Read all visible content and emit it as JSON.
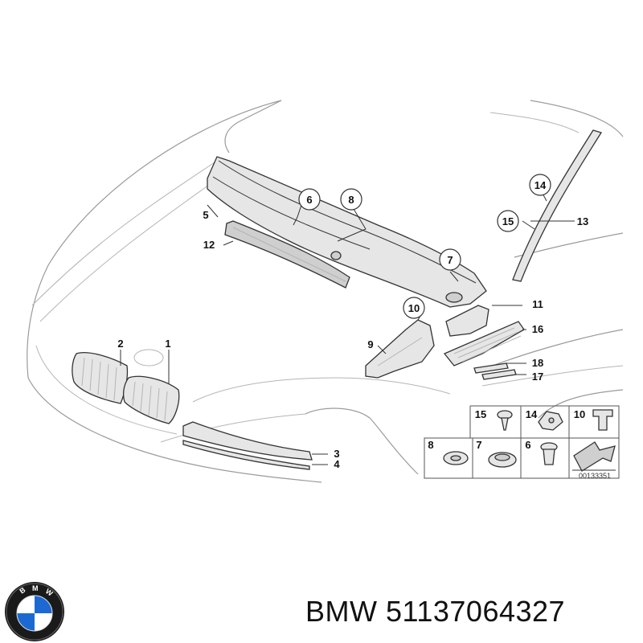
{
  "callouts": {
    "c1": "1",
    "c2": "2",
    "c3": "3",
    "c4": "4",
    "c5": "5",
    "c6": "6",
    "c7": "7",
    "c8": "8",
    "c9": "9",
    "c10": "10",
    "c11": "11",
    "c12": "12",
    "c13": "13",
    "c14": "14",
    "c15": "15",
    "c16": "16",
    "c17": "17",
    "c18": "18"
  },
  "legend": {
    "l15": "15",
    "l14": "14",
    "l10": "10",
    "l8": "8",
    "l7": "7",
    "l6": "6"
  },
  "diagram_ref": "00133351",
  "logo": {
    "text": "BMW",
    "colors": {
      "blue": "#1c69d4",
      "white": "#ffffff",
      "ring": "#1a1a1a"
    }
  },
  "caption": {
    "brand": "BMW",
    "part_number": "51137064327"
  }
}
